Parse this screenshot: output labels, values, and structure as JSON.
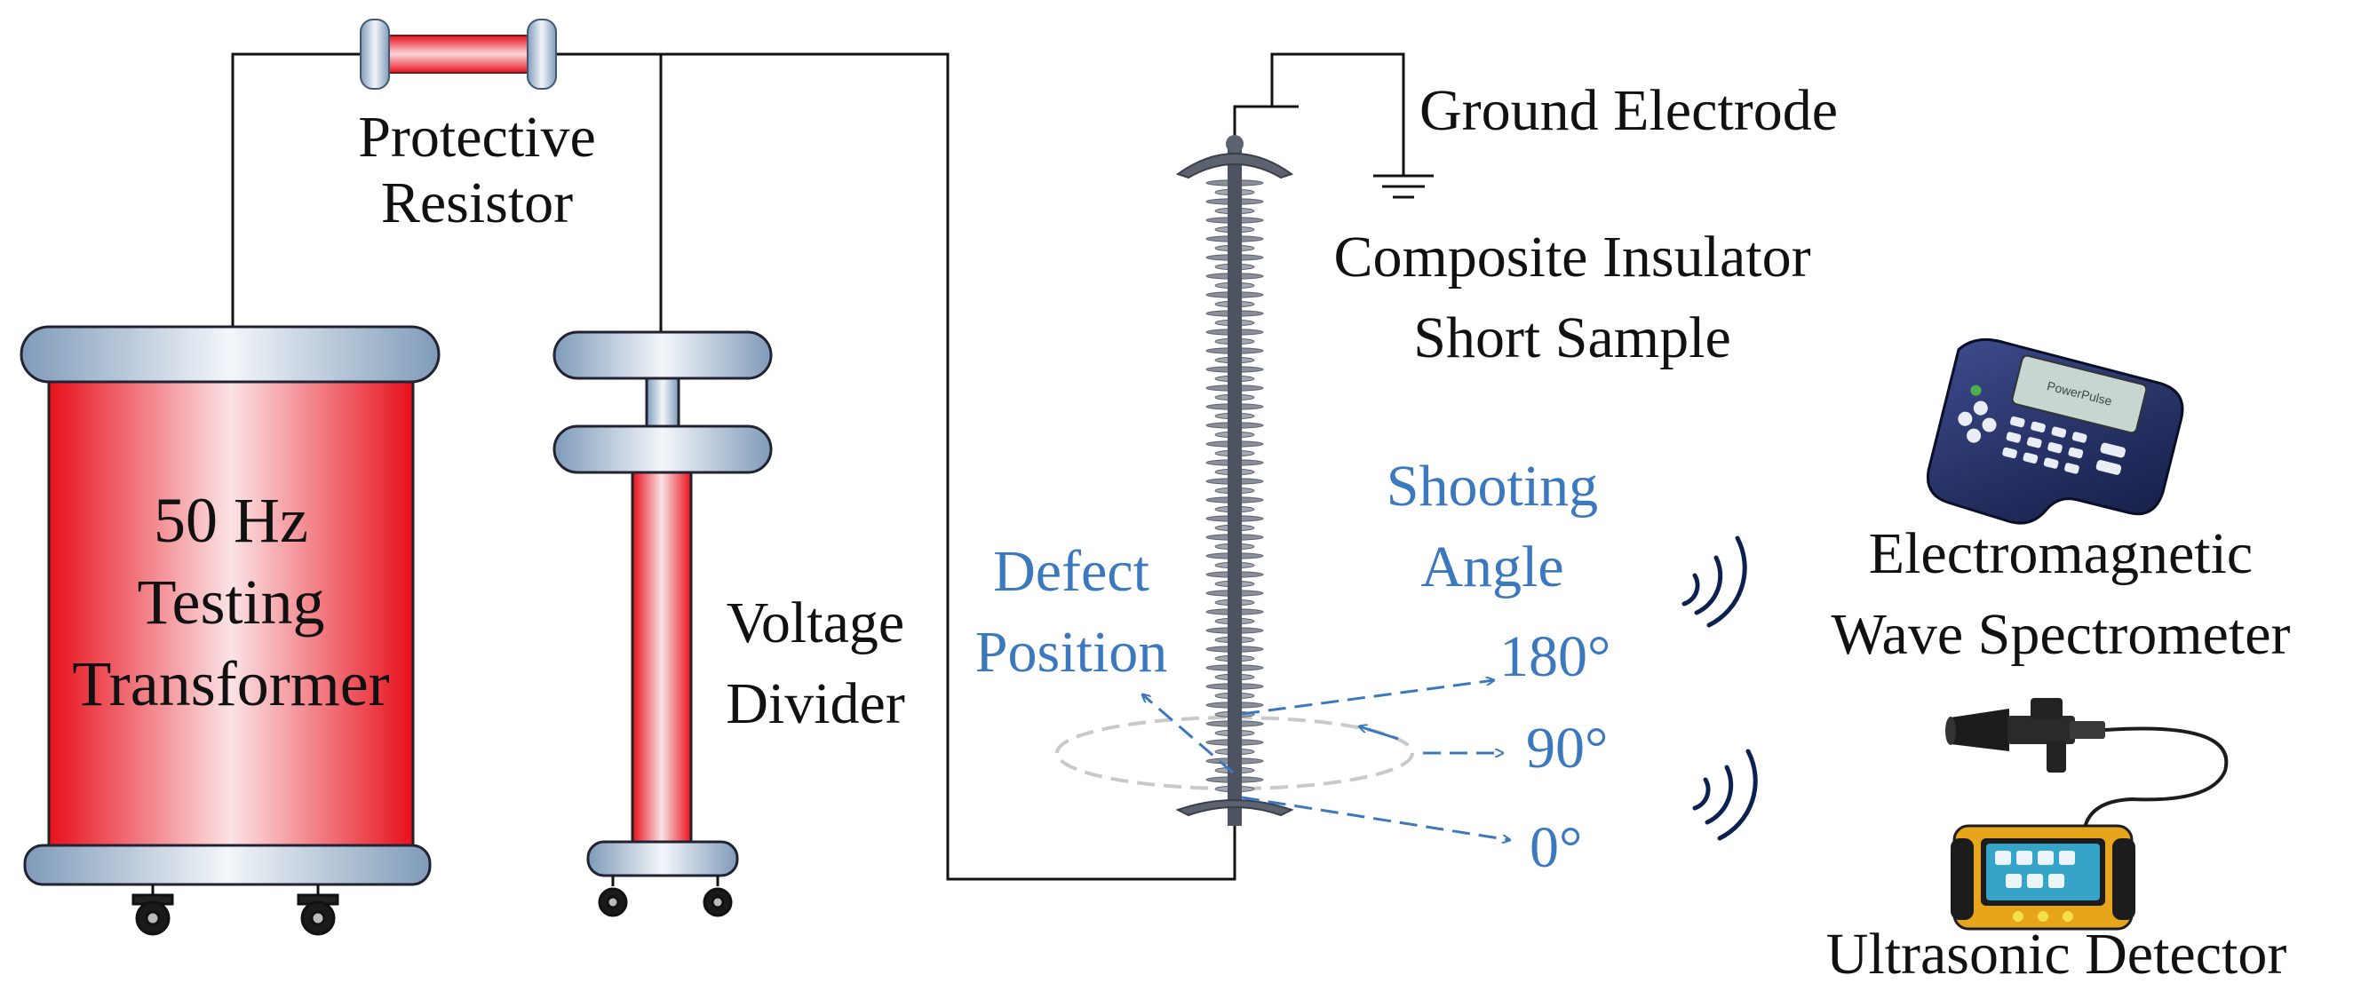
{
  "labels": {
    "protective_resistor": [
      "Protective",
      "Resistor"
    ],
    "testing_transformer": [
      "50 Hz",
      "Testing",
      "Transformer"
    ],
    "voltage_divider": [
      "Voltage",
      "Divider"
    ],
    "ground_electrode": "Ground Electrode",
    "composite_insulator": [
      "Composite Insulator",
      "Short Sample"
    ],
    "shooting_angle": [
      "Shooting",
      "Angle"
    ],
    "defect_position": [
      "Defect",
      "Position"
    ],
    "angles": [
      "180°",
      "90°",
      "0°"
    ],
    "em_spectrometer": [
      "Electromagnetic",
      "Wave Spectrometer"
    ],
    "ultrasonic_detector": "Ultrasonic Detector",
    "spectrometer_screen_text": "PowerPulse"
  },
  "colors": {
    "wire": "#111111",
    "accent_blue": "#3b78bd",
    "transformer_red": "#e8101c",
    "cap_steel": "#8fa9c4",
    "insulator_gray": "#5c6270",
    "wave_navy": "#0d2150",
    "orbit_gray": "#c9c9c9"
  }
}
